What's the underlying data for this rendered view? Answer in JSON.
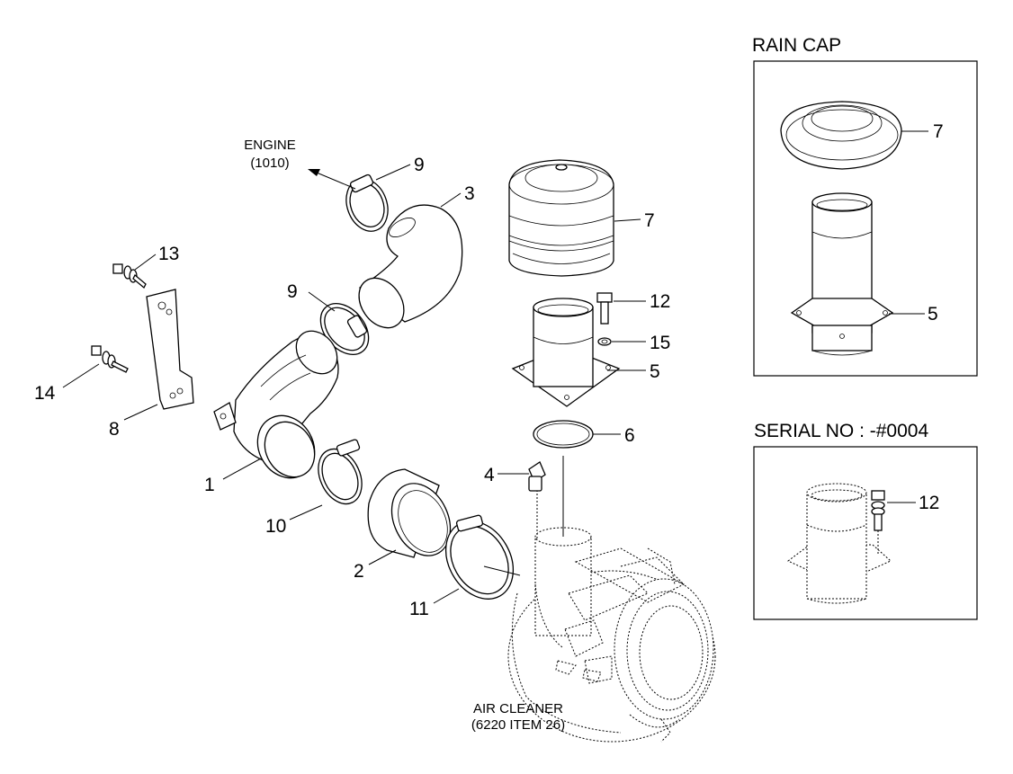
{
  "callouts": {
    "engine": [
      "ENGINE",
      "(1010)"
    ],
    "air_cleaner": [
      "AIR CLEANER",
      "(6220 ITEM 26)"
    ]
  },
  "parts": {
    "n1": "1",
    "n2": "2",
    "n3": "3",
    "n4": "4",
    "n5": "5",
    "n6": "6",
    "n7": "7",
    "n8": "8",
    "n9a": "9",
    "n9b": "9",
    "n10": "10",
    "n11": "11",
    "n12": "12",
    "n13": "13",
    "n14": "14",
    "n15": "15"
  },
  "insets": {
    "rain_cap": {
      "title": "RAIN CAP",
      "label_cap": "7",
      "label_pipe": "5"
    },
    "serial": {
      "title": "SERIAL NO : -#0004",
      "label_bolt": "12"
    }
  }
}
